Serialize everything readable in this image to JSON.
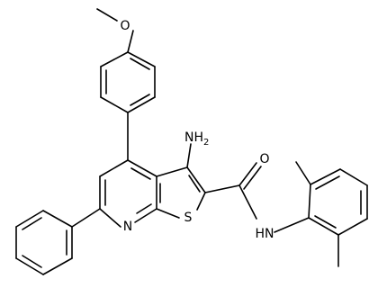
{
  "molecule": {
    "atom_labels": {
      "methoxy_oxygen": "O",
      "amine": "NH",
      "amine_subscript": "2",
      "carbonyl_oxygen": "O",
      "amide_nh": "HN",
      "pyridine_nitrogen": "N",
      "thiophene_sulfur": "S"
    },
    "colors": {
      "bond": "#000000",
      "text": "#000000",
      "background": "#ffffff"
    }
  }
}
